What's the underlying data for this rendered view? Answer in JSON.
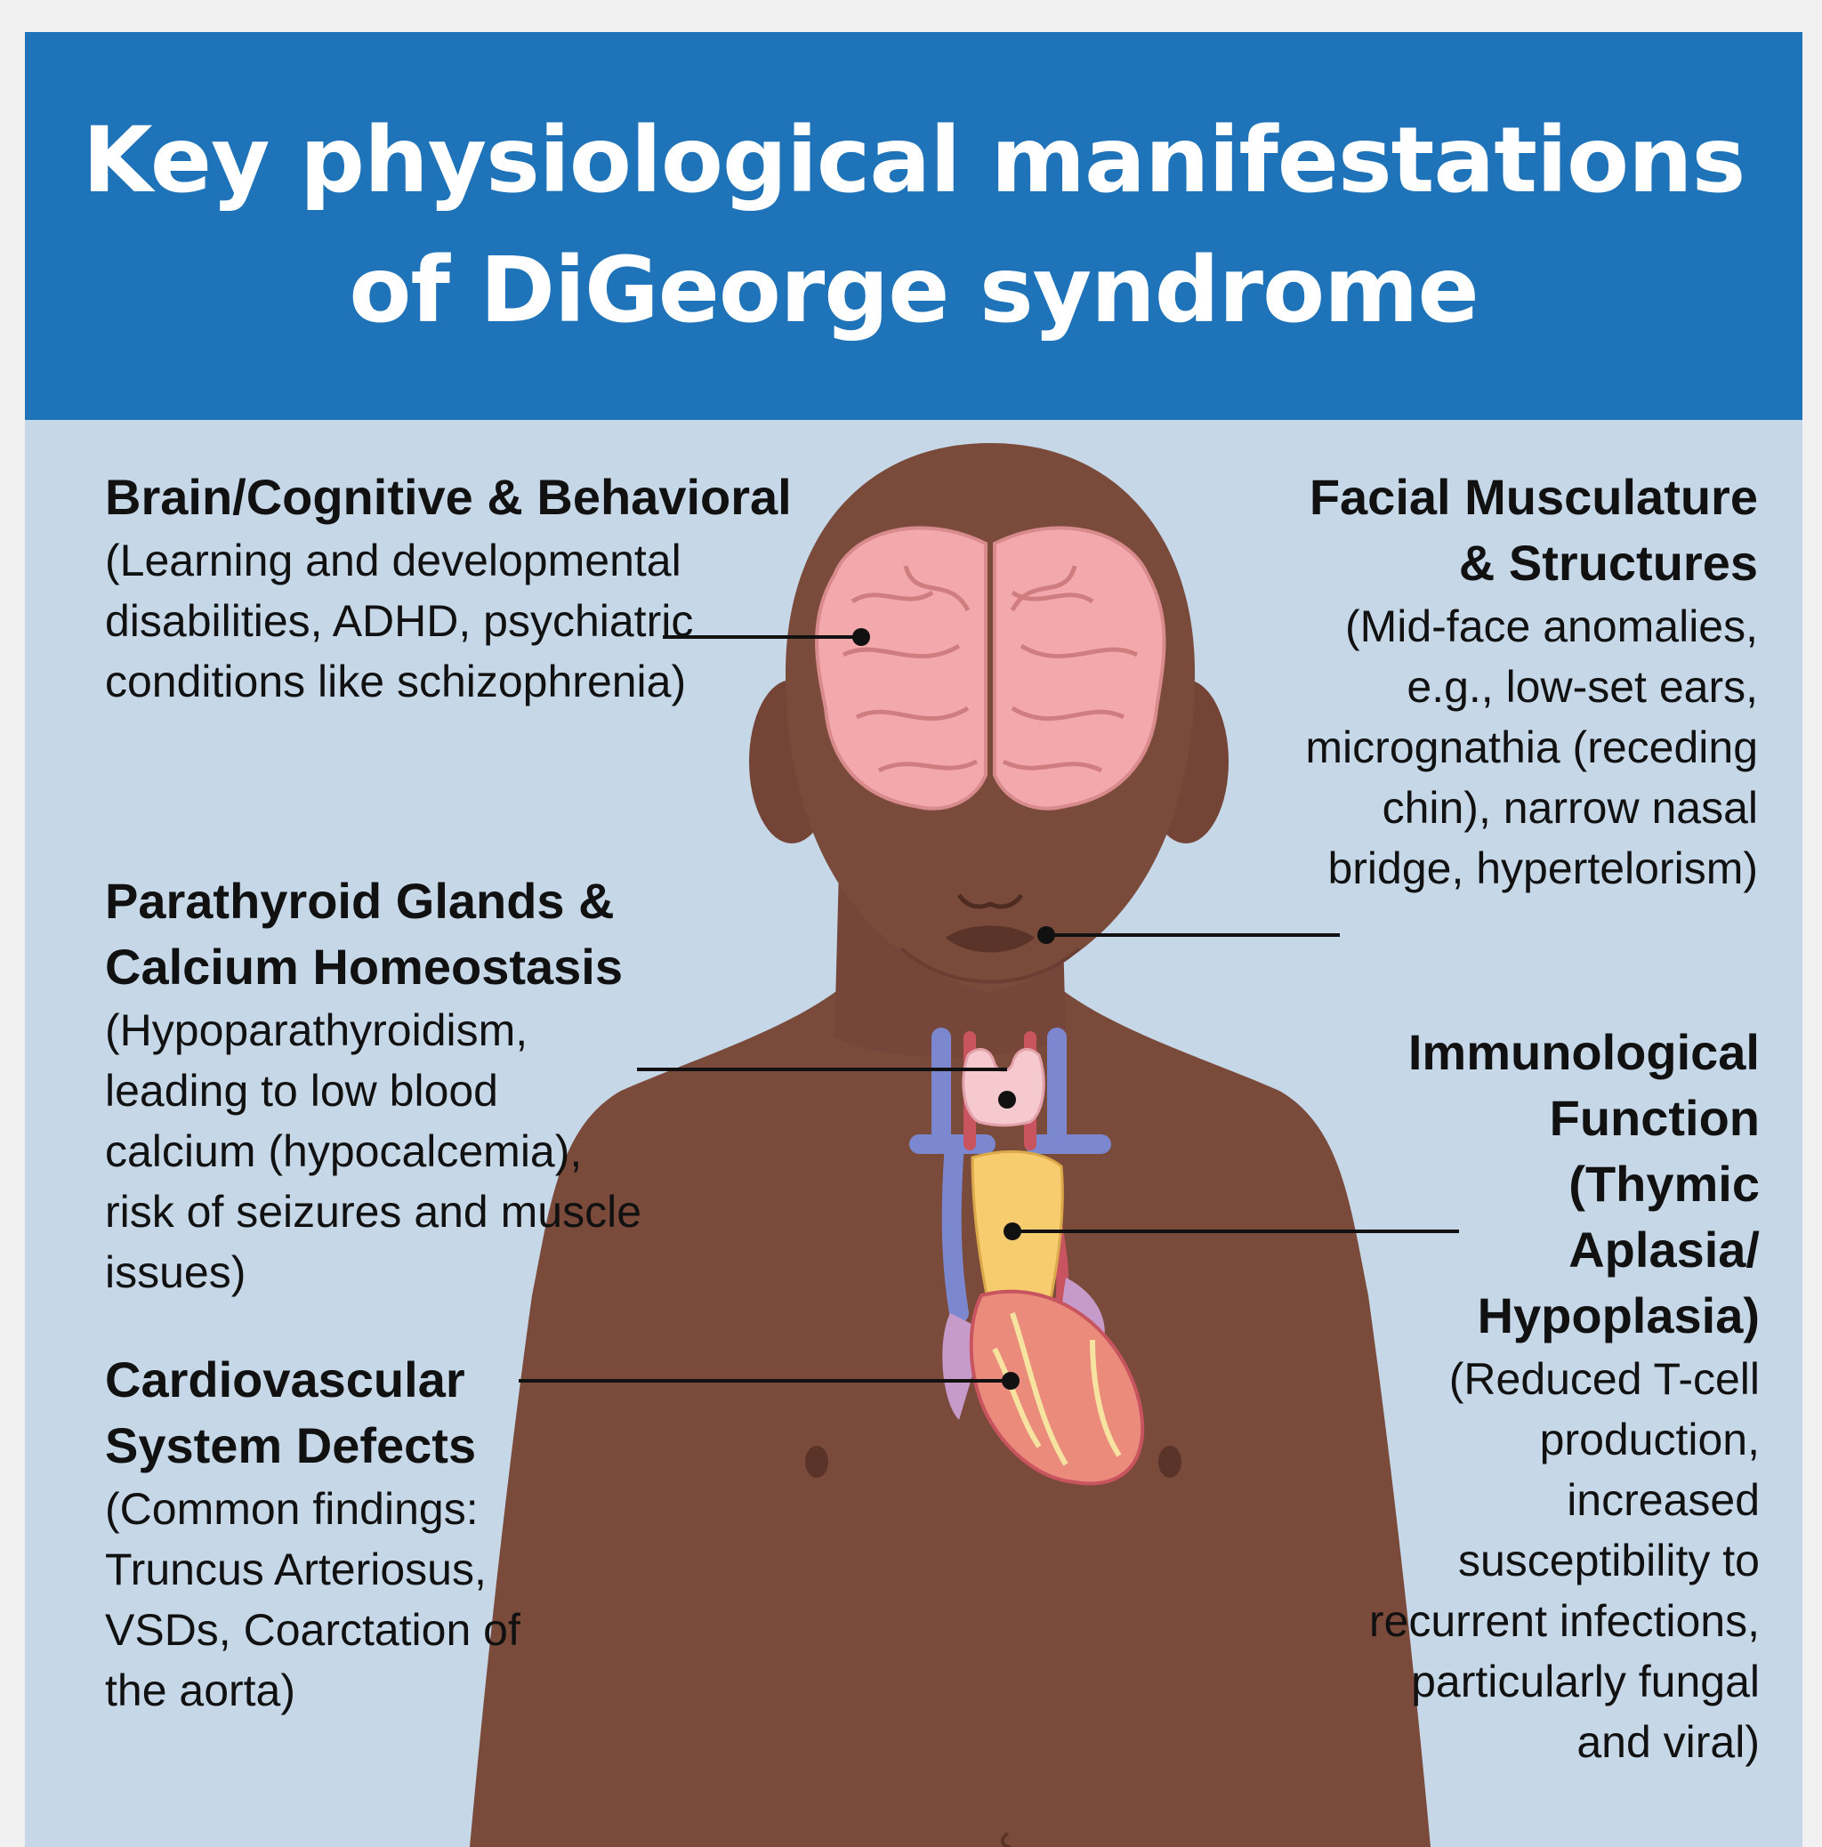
{
  "title": "Key physiological manifestations of DiGeorge syndrome",
  "colors": {
    "header_bg": "#1f73b8",
    "panel_bg": "#c6d8e8",
    "skin": "#7a4a3a",
    "brain": "#f3a9ab",
    "thymus": "#f7cc6f",
    "heart": "#ea8b7c",
    "vein": "#7b88cf",
    "artery": "#c7545f"
  },
  "labels": {
    "brain": {
      "heading": "Brain/Cognitive & Behavioral",
      "body": "(Learning and developmental disabilities, ADHD, psychiatric conditions like schizophrenia)"
    },
    "facial": {
      "heading": "Facial Musculature & Structures",
      "body": "(Mid-face anomalies, e.g., low-set ears, micrognathia (receding chin), narrow nasal bridge, hypertelorism)"
    },
    "parathyroid": {
      "heading": "Parathyroid Glands & Calcium Homeostasis",
      "body": "(Hypoparathyroidism, leading to low blood calcium (hypocalcemia), risk of seizures and muscle issues)"
    },
    "immunological": {
      "heading": "Immunological Function (Thymic Aplasia/ Hypoplasia)",
      "body": "(Reduced T-cell production, increased susceptibility to recurrent infections, particularly fungal and viral)"
    },
    "cardiovascular": {
      "heading": "Cardiovascular System Defects",
      "body": "(Common findings: Truncus Arteriosus, VSDs, Coarctation of the aorta)"
    }
  }
}
